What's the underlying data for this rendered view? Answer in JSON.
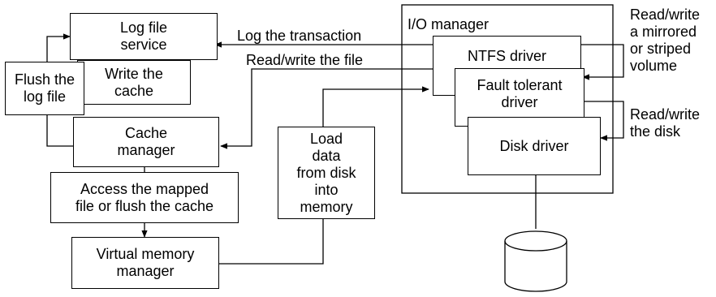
{
  "labels": {
    "log_file_service": "Log file\nservice",
    "write_cache": "Write the\ncache",
    "flush_log": "Flush the\nlog file",
    "cache_manager": "Cache\nmanager",
    "access_mapped": "Access the mapped\nfile or flush the cache",
    "virtual_memory": "Virtual memory\nmanager",
    "load_data": "Load\ndata\nfrom disk\ninto\nmemory",
    "io_manager": "I/O manager",
    "ntfs_driver": "NTFS driver",
    "fault_tolerant": "Fault tolerant\ndriver",
    "disk_driver": "Disk driver",
    "log_transaction": "Log the transaction",
    "rw_file": "Read/write the file",
    "rw_mirrored": "Read/write\na mirrored\nor striped\nvolume",
    "rw_disk": "Read/write\nthe disk"
  },
  "colors": {
    "stroke": "#000000",
    "background": "#ffffff"
  },
  "icons": {
    "disk": "disk-cylinder-icon"
  }
}
